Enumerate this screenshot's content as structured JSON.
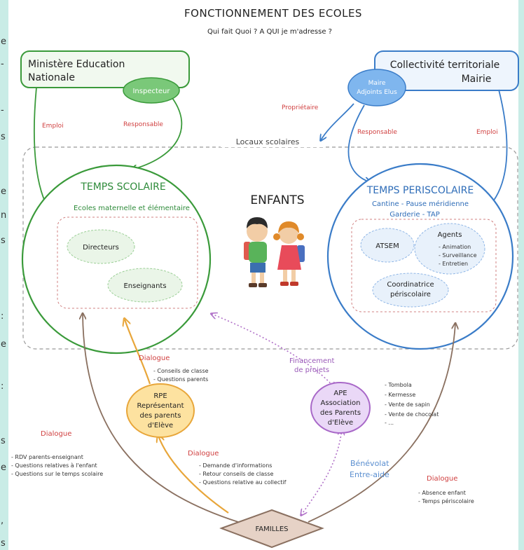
{
  "title": "FONCTIONNEMENT DES ECOLES",
  "subtitle": "Qui fait Quoi ? A QUI je m'adresse ?",
  "ministere": {
    "line1": "Ministère Education",
    "line2": "Nationale",
    "inspecteur": "Inspecteur"
  },
  "collectivite": {
    "line1": "Collectivité territoriale",
    "line2": "Mairie",
    "maire1": "Maire",
    "maire2": "Adjoints Elus"
  },
  "locaux": "Locaux scolaires",
  "labels": {
    "emploi_left": "Emploi",
    "responsable_left": "Responsable",
    "proprietaire": "Propriétaire",
    "responsable_right": "Responsable",
    "emploi_right": "Emploi"
  },
  "enfants": "ENFANTS",
  "temps_scolaire": {
    "title": "TEMPS SCOLAIRE",
    "subtitle": "Ecoles maternelle et élémentaire",
    "directeurs": "Directeurs",
    "enseignants": "Enseignants"
  },
  "temps_periscolaire": {
    "title": "TEMPS PERISCOLAIRE",
    "sub1": "Cantine - Pause méridienne",
    "sub2": "Garderie - TAP",
    "atsem": "ATSEM",
    "agents": "Agents",
    "agent_items": [
      "- Animation",
      "- Surveillance",
      "- Entretien"
    ],
    "coord1": "Coordinatrice",
    "coord2": "périscolaire"
  },
  "rpe": {
    "line1": "RPE",
    "line2": "Représentant",
    "line3": "des parents",
    "line4": "d'Elève",
    "dialogue": "Dialogue",
    "items": [
      "- Conseils de classe",
      "- Questions parents"
    ]
  },
  "financement": {
    "line1": "Financement",
    "line2": "de projets"
  },
  "ape": {
    "line1": "APE",
    "line2": "Association",
    "line3": "des Parents",
    "line4": "d'Elève",
    "items": [
      "- Tombola",
      "- Kermesse",
      "- Vente de sapin",
      "- Vente de chocolat",
      "- ..."
    ]
  },
  "dialogue_left": {
    "label": "Dialogue",
    "items": [
      "- RDV parents-enseignant",
      "- Questions relatives à l'enfant",
      "- Questions sur le temps scolaire"
    ]
  },
  "dialogue_mid": {
    "label": "Dialogue",
    "items": [
      "- Demande d'informations",
      "- Retour conseils de classe",
      "- Questions relative au collectif"
    ]
  },
  "benevolat": {
    "line1": "Bénévolat",
    "line2": "Entre-aide"
  },
  "dialogue_right": {
    "label": "Dialogue",
    "items": [
      "- Absence enfant",
      "- Temps périscolaire"
    ]
  },
  "familles": "FAMILLES",
  "side_chars": [
    "e",
    "-",
    "-",
    "s",
    "e",
    "n",
    "s",
    ":",
    "e",
    ":",
    "s",
    "e",
    ",",
    "s"
  ]
}
